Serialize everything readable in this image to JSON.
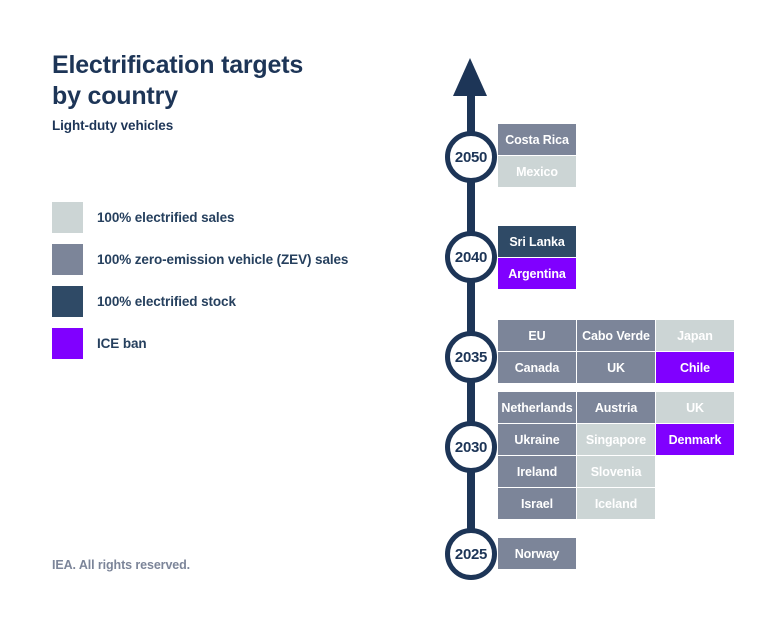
{
  "header": {
    "title_line1": "Electrification targets",
    "title_line2": "by country",
    "subtitle": "Light-duty vehicles"
  },
  "footer": {
    "text": "IEA. All rights reserved."
  },
  "colors": {
    "electrified_sales": "#ccd5d5",
    "zev_sales": "#7c8599",
    "electrified_stock": "#2f4a66",
    "ice_ban": "#8000ff",
    "axis": "#1d3557",
    "title_text": "#1d3557",
    "footer_text": "#7c8599"
  },
  "legend": {
    "items": [
      {
        "label": "100% electrified sales",
        "color": "#ccd5d5",
        "key": "electrified_sales"
      },
      {
        "label": "100% zero-emission vehicle (ZEV) sales",
        "color": "#7c8599",
        "key": "zev_sales"
      },
      {
        "label": "100% electrified stock",
        "color": "#2f4a66",
        "key": "electrified_stock"
      },
      {
        "label": "ICE ban",
        "color": "#8000ff",
        "key": "ice_ban"
      }
    ]
  },
  "chart_data": {
    "type": "table",
    "title": "Electrification targets by country",
    "subtitle": "Light-duty vehicles",
    "axis_direction": "upward",
    "legend_position": "left",
    "categories": [
      "2025",
      "2030",
      "2035",
      "2040",
      "2050"
    ],
    "milestones": [
      {
        "year": "2050",
        "rows": [
          [
            {
              "name": "Costa Rica",
              "type": "zev_sales"
            }
          ],
          [
            {
              "name": "Mexico",
              "type": "electrified_sales"
            }
          ]
        ]
      },
      {
        "year": "2040",
        "rows": [
          [
            {
              "name": "Sri Lanka",
              "type": "electrified_stock"
            }
          ],
          [
            {
              "name": "Argentina",
              "type": "ice_ban"
            }
          ]
        ]
      },
      {
        "year": "2035",
        "rows": [
          [
            {
              "name": "EU",
              "type": "zev_sales"
            },
            {
              "name": "Cabo Verde",
              "type": "zev_sales"
            },
            {
              "name": "Japan",
              "type": "electrified_sales"
            }
          ],
          [
            {
              "name": "Canada",
              "type": "zev_sales"
            },
            {
              "name": "UK",
              "type": "zev_sales"
            },
            {
              "name": "Chile",
              "type": "ice_ban"
            }
          ]
        ]
      },
      {
        "year": "2030",
        "rows": [
          [
            {
              "name": "Netherlands",
              "type": "zev_sales"
            },
            {
              "name": "Austria",
              "type": "zev_sales"
            },
            {
              "name": "UK",
              "type": "electrified_sales"
            }
          ],
          [
            {
              "name": "Ukraine",
              "type": "zev_sales"
            },
            {
              "name": "Singapore",
              "type": "electrified_sales"
            },
            {
              "name": "Denmark",
              "type": "ice_ban"
            }
          ],
          [
            {
              "name": "Ireland",
              "type": "zev_sales"
            },
            {
              "name": "Slovenia",
              "type": "electrified_sales"
            }
          ],
          [
            {
              "name": "Israel",
              "type": "zev_sales"
            },
            {
              "name": "Iceland",
              "type": "electrified_sales"
            }
          ]
        ]
      },
      {
        "year": "2025",
        "rows": [
          [
            {
              "name": "Norway",
              "type": "zev_sales"
            }
          ]
        ]
      }
    ]
  },
  "layout": {
    "node_tops": {
      "2050": 131,
      "2040": 231,
      "2035": 331,
      "2030": 421,
      "2025": 528
    },
    "row_tops": {
      "2050": [
        124,
        156
      ],
      "2040": [
        226,
        258
      ],
      "2035": [
        320,
        352
      ],
      "2030": [
        392,
        424,
        456,
        488
      ],
      "2025": [
        538
      ]
    }
  }
}
